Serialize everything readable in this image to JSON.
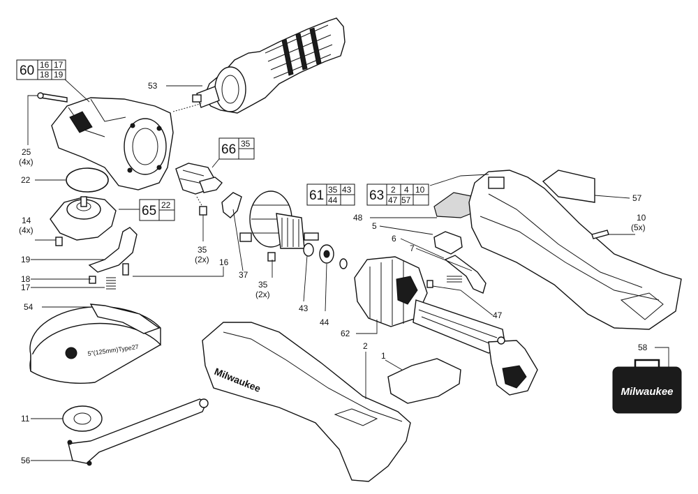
{
  "callouts": [
    {
      "id": "c53",
      "text": "53"
    },
    {
      "id": "c25",
      "text": "25"
    },
    {
      "id": "c25q",
      "text": "(4x)"
    },
    {
      "id": "c22",
      "text": "22"
    },
    {
      "id": "c14",
      "text": "14"
    },
    {
      "id": "c14q",
      "text": "(4x)"
    },
    {
      "id": "c19",
      "text": "19"
    },
    {
      "id": "c18",
      "text": "18"
    },
    {
      "id": "c17",
      "text": "17"
    },
    {
      "id": "c16",
      "text": "16"
    },
    {
      "id": "c35a",
      "text": "35"
    },
    {
      "id": "c35aq",
      "text": "(2x)"
    },
    {
      "id": "c37",
      "text": "37"
    },
    {
      "id": "c35b",
      "text": "35"
    },
    {
      "id": "c35bq",
      "text": "(2x)"
    },
    {
      "id": "c43",
      "text": "43"
    },
    {
      "id": "c44",
      "text": "44"
    },
    {
      "id": "c54",
      "text": "54"
    },
    {
      "id": "c62",
      "text": "62"
    },
    {
      "id": "c47",
      "text": "47"
    },
    {
      "id": "c48",
      "text": "48"
    },
    {
      "id": "c5",
      "text": "5"
    },
    {
      "id": "c6",
      "text": "6"
    },
    {
      "id": "c7",
      "text": "7"
    },
    {
      "id": "c57",
      "text": "57"
    },
    {
      "id": "c10",
      "text": "10"
    },
    {
      "id": "c10q",
      "text": "(5x)"
    },
    {
      "id": "c58",
      "text": "58"
    },
    {
      "id": "c2",
      "text": "2"
    },
    {
      "id": "c1",
      "text": "1"
    },
    {
      "id": "c11",
      "text": "11"
    },
    {
      "id": "c56",
      "text": "56"
    }
  ],
  "assembly_boxes": {
    "box60": {
      "main": "60",
      "subs": [
        "16",
        "17",
        "18",
        "19"
      ]
    },
    "box66": {
      "main": "66",
      "subs": [
        "35"
      ]
    },
    "box65": {
      "main": "65",
      "subs": [
        "22"
      ]
    },
    "box61": {
      "main": "61",
      "subs": [
        "35",
        "43",
        "44"
      ]
    },
    "box63": {
      "main": "63",
      "subs": [
        "2",
        "4",
        "10",
        "47",
        "57"
      ]
    }
  },
  "part_text": {
    "guard_marking": "5\"(125mm)Type27",
    "brand": "Milwaukee",
    "case_brand": "Milwaukee"
  }
}
